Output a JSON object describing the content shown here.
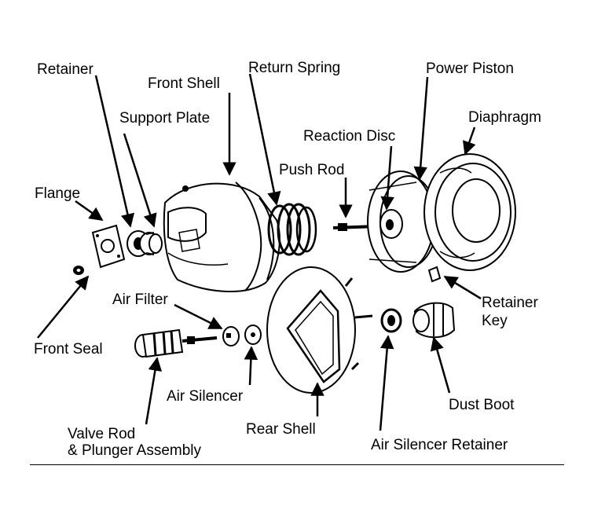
{
  "diagram": {
    "labels": {
      "retainer": "Retainer",
      "front_shell": "Front Shell",
      "return_spring": "Return Spring",
      "power_piston": "Power Piston",
      "support_plate": "Support Plate",
      "diaphragm": "Diaphragm",
      "reaction_disc": "Reaction Disc",
      "push_rod": "Push Rod",
      "flange": "Flange",
      "air_filter": "Air Filter",
      "retainer_key_line1": "Retainer",
      "retainer_key_line2": "Key",
      "front_seal": "Front Seal",
      "air_silencer": "Air Silencer",
      "dust_boot": "Dust Boot",
      "valve_rod_line1": "Valve Rod",
      "valve_rod_line2": "& Plunger Assembly",
      "rear_shell": "Rear Shell",
      "air_silencer_retainer": "Air Silencer Retainer"
    },
    "colors": {
      "ink": "#000000",
      "paper": "#ffffff"
    }
  }
}
